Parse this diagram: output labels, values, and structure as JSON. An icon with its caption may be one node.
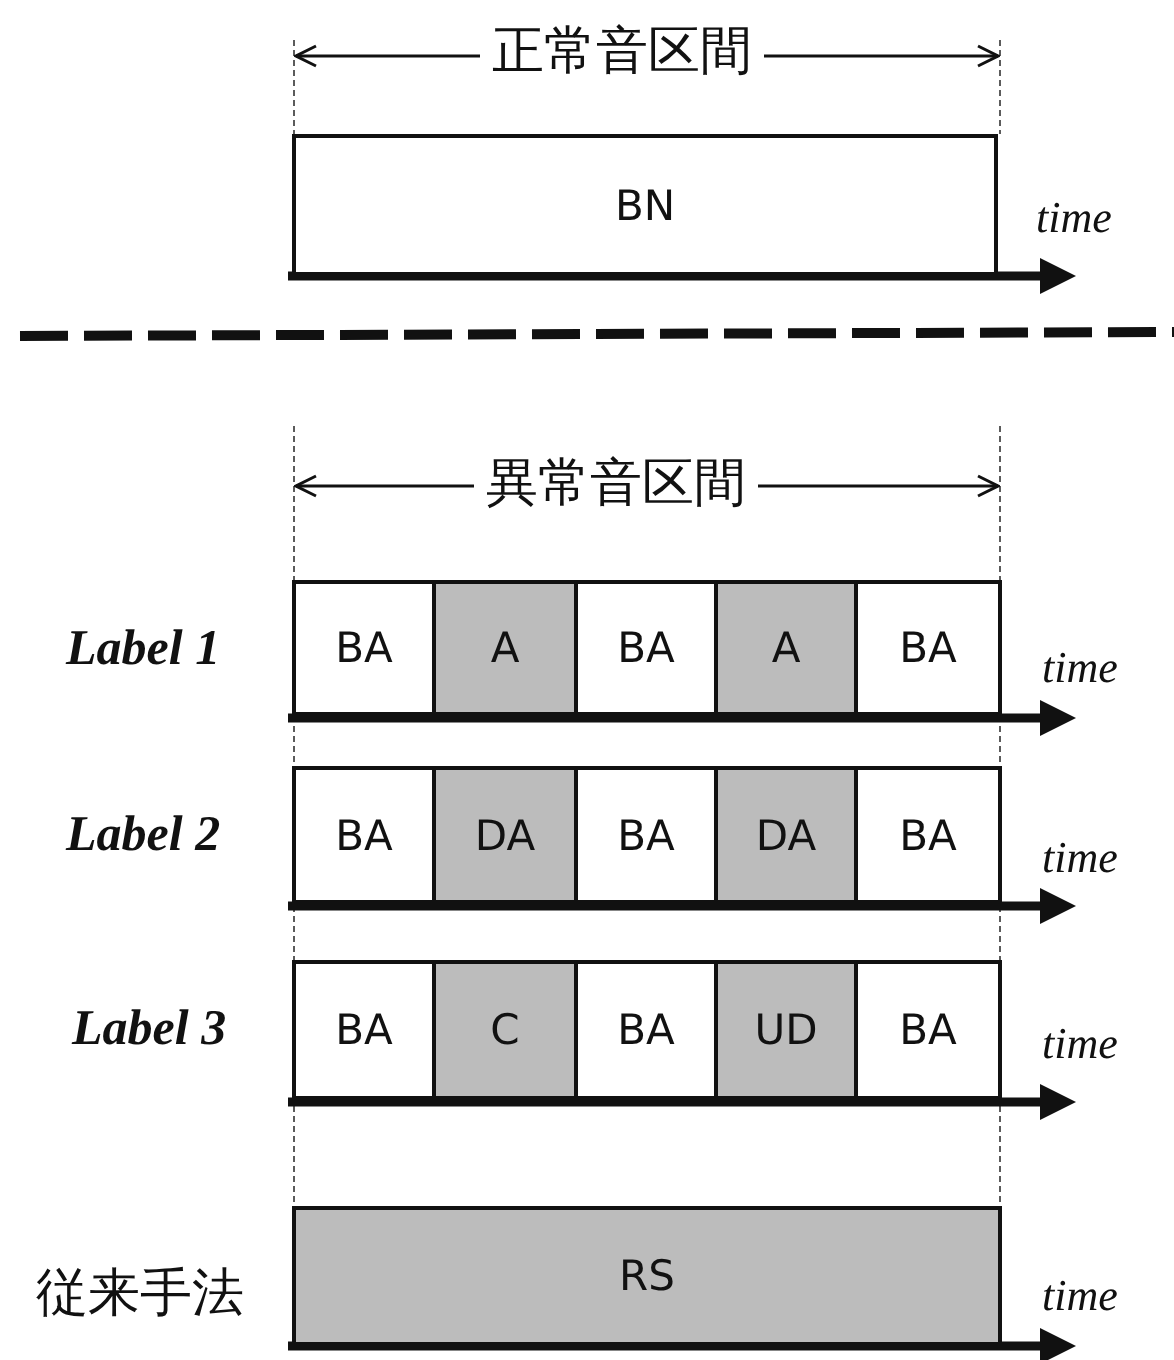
{
  "diagram": {
    "nodes": [
      {
        "text": [
          "BN"
        ]
      },
      {
        "text": [
          "BA"
        ]
      },
      {
        "text": [
          "A"
        ]
      },
      {
        "text": [
          "BA"
        ]
      },
      {
        "text": [
          "A"
        ]
      },
      {
        "text": [
          "BA"
        ]
      },
      {
        "text": [
          "BA"
        ]
      },
      {
        "text": [
          "DA"
        ]
      },
      {
        "text": [
          "BA"
        ]
      },
      {
        "text": [
          "DA"
        ]
      },
      {
        "text": [
          "BA"
        ]
      },
      {
        "text": [
          "BA"
        ]
      },
      {
        "text": [
          "C"
        ]
      },
      {
        "text": [
          "BA"
        ]
      },
      {
        "text": [
          "UD"
        ]
      },
      {
        "text": [
          "BA"
        ]
      },
      {
        "text": [
          "RS"
        ]
      }
    ],
    "labels": [
      "正常音区間",
      "time",
      "異常音区間",
      "Label 1",
      "time",
      "Label 2",
      "time",
      "Label 3",
      "time",
      "従来手法",
      "time"
    ]
  }
}
